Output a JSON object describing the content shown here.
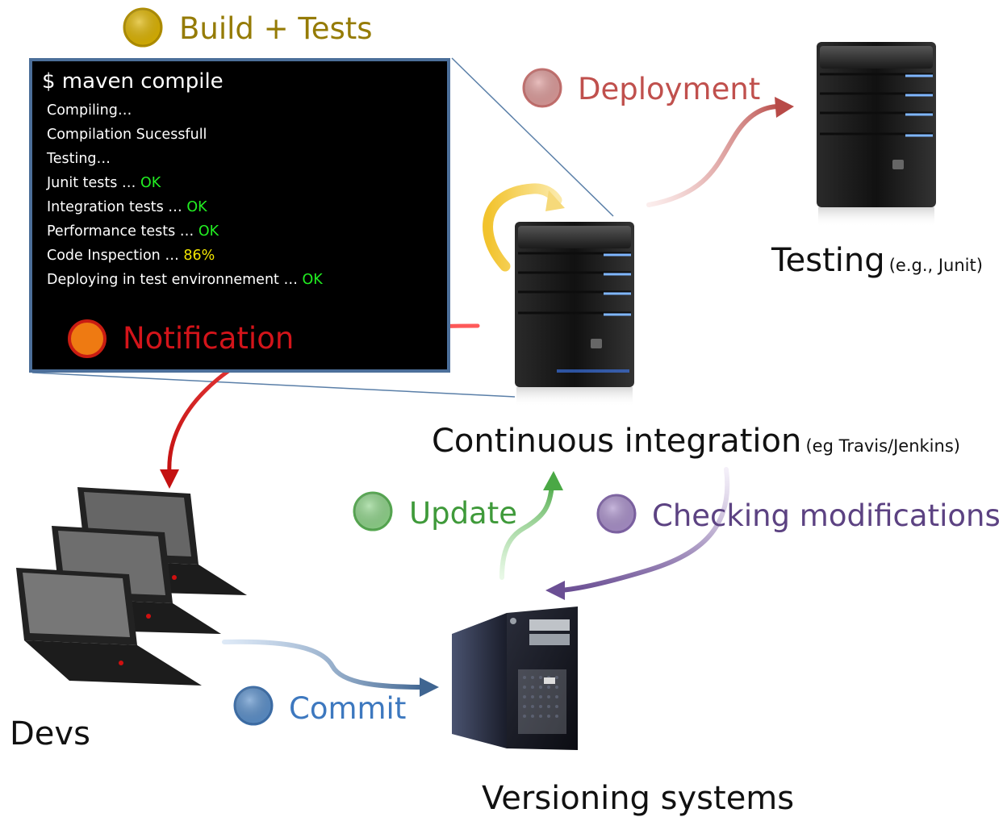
{
  "steps": {
    "build": {
      "label": "Build + Tests",
      "color": "#dcb300",
      "text_color": "#957b05"
    },
    "deployment": {
      "label": "Deployment",
      "color": "#dc9b9a",
      "text_color": "#c0504d"
    },
    "notification": {
      "label": "Notification",
      "color": "#ee7a12",
      "text_color": "#d3141a"
    },
    "update": {
      "label": "Update",
      "color": "#8fd38a",
      "text_color": "#3f9a3a"
    },
    "checking": {
      "label": "Checking modifications",
      "color": "#a990c9",
      "text_color": "#5c4282"
    },
    "commit": {
      "label": "Commit",
      "color": "#5b8fc9",
      "text_color": "#3d78bf"
    }
  },
  "terminal": {
    "command": "$ maven compile",
    "lines": [
      {
        "text": "Compiling…",
        "status": ""
      },
      {
        "text": "Compilation Sucessfull",
        "status": ""
      },
      {
        "text": "Testing…",
        "status": ""
      },
      {
        "text": "Junit tests … ",
        "status": "OK"
      },
      {
        "text": "Integration tests … ",
        "status": "OK"
      },
      {
        "text": "Performance tests … ",
        "status": "OK"
      },
      {
        "text": "Code Inspection … ",
        "status": "86%"
      },
      {
        "text": "Deploying in test environnement … ",
        "status": "OK"
      }
    ]
  },
  "nodes": {
    "testing": {
      "label": "Testing",
      "sub": "(e.g., Junit)"
    },
    "ci": {
      "label": "Continuous integration",
      "sub": "(eg Travis/Jenkins)"
    },
    "devs": {
      "label": "Devs"
    },
    "versioning": {
      "label": "Versioning systems"
    }
  }
}
